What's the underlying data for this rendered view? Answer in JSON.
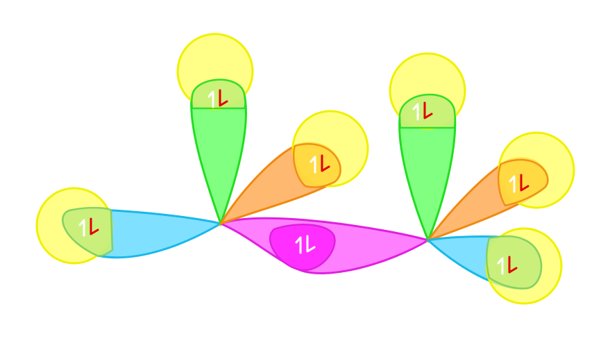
{
  "colors": {
    "background": "#ffffff",
    "sp3_cyan_fill": "#7fe0ff",
    "sp3_cyan_stroke": "#1ab8e8",
    "sp3_green_fill": "#80ff80",
    "sp3_green_stroke": "#22dd22",
    "sp3_orange_fill": "#ffb870",
    "sp3_orange_stroke": "#f08a10",
    "sigma_bond_fill": "#ff80ff",
    "sigma_bond_stroke": "#e020e0",
    "sigma_electron_pair_fill": "#ff30ff",
    "h_1s_fill": "#ffff60",
    "h_1s_stroke": "#f0f000",
    "overlap_fill": "#c8f07a",
    "overlap_fill_orange": "#ffd840",
    "electron_up": "#ffffff",
    "electron_down": "#e00000",
    "electron_down_in_bond": "#ffffff"
  },
  "diagram": {
    "description_shapes": [
      "sp3-hybrid-orbital",
      "h-1s-orbital",
      "carbon-carbon-sigma-bond",
      "electron-pair-arrows"
    ],
    "electron_pairs": [
      {
        "id": "left-ch",
        "spin": "paired"
      },
      {
        "id": "top-left-ch",
        "spin": "paired"
      },
      {
        "id": "upper-right-left-carbon-ch",
        "spin": "paired"
      },
      {
        "id": "cc-bond",
        "spin": "paired"
      },
      {
        "id": "top-right-ch",
        "spin": "paired"
      },
      {
        "id": "right-upper-ch",
        "spin": "paired"
      },
      {
        "id": "right-lower-ch",
        "spin": "paired"
      }
    ]
  }
}
